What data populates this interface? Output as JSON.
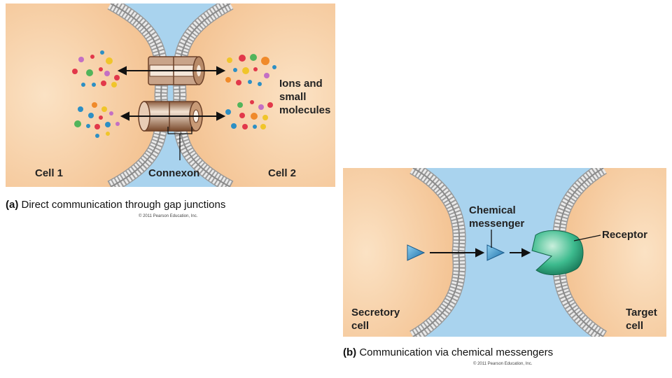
{
  "panel_a": {
    "cell1_label": "Cell 1",
    "cell2_label": "Cell 2",
    "connexon_label": "Connexon",
    "ions_label_line1": "Ions and",
    "ions_label_line2": "small",
    "ions_label_line3": "molecules",
    "caption_letter": "(a)",
    "caption_text": "Direct communication through gap junctions",
    "copyright": "© 2011 Pearson Education, Inc."
  },
  "panel_b": {
    "secretory_line1": "Secretory",
    "secretory_line2": "cell",
    "target_line1": "Target",
    "target_line2": "cell",
    "messenger_line1": "Chemical",
    "messenger_line2": "messenger",
    "receptor_label": "Receptor",
    "caption_letter": "(b)",
    "caption_text": "Communication via chemical messengers",
    "copyright": "© 2011 Pearson Education, Inc."
  },
  "colors": {
    "cell": "#f6c99a",
    "extracellular": "#a9d3ee",
    "membrane": "#bfbfbf",
    "messenger": "#2d8fc4",
    "receptor": "#22a07a",
    "connexon": "#d8b9a0"
  }
}
